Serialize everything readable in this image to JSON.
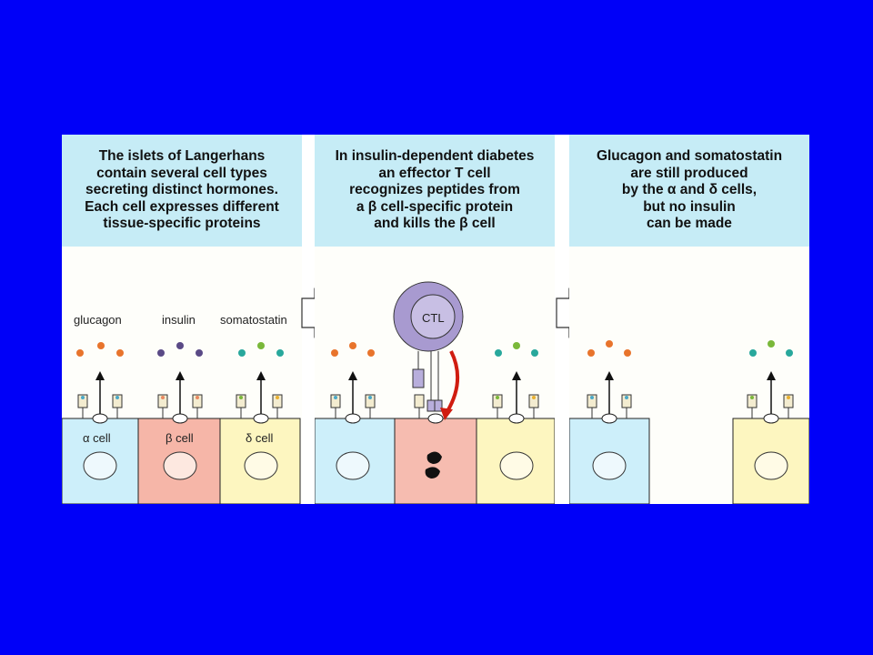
{
  "panels": [
    {
      "caption": "The islets of Langerhans\ncontain several cell types\nsecreting distinct hormones.\nEach cell expresses different\ntissue-specific proteins",
      "labels": {
        "glucagon": "glucagon",
        "insulin": "insulin",
        "somatostatin": "somatostatin"
      },
      "cells": {
        "alpha": "α cell",
        "beta": "β cell",
        "delta": "δ cell"
      }
    },
    {
      "caption": "In insulin-dependent diabetes\nan effector T cell\nrecognizes peptides from\na β cell-specific protein\nand kills the β cell",
      "ctl_label": "CTL"
    },
    {
      "caption": "Glucagon and somatostatin\nare still produced\nby the α and δ cells,\nbut no insulin\ncan be made"
    }
  ],
  "colors": {
    "background": "#0000f8",
    "caption_bg": "#c6ecf6",
    "alpha_cell": "#cdeffa",
    "beta_cell": "#f6b6a8",
    "beta_cell_dead": "#f6bcb0",
    "delta_cell": "#fdf6c0",
    "glucagon_dot": "#e8742c",
    "insulin_dot": "#5a4a86",
    "somatostatin_dot_teal": "#28a89c",
    "somatostatin_dot_green": "#7ab83a",
    "ctl": "#a89ad0",
    "kill_arrow": "#d01c10"
  },
  "icons": [
    "process-arrow-icon",
    "secretion-arrow-icon",
    "ctl-cell-icon",
    "kill-arrow-icon",
    "nucleus-icon",
    "fragmented-nucleus-icon"
  ]
}
